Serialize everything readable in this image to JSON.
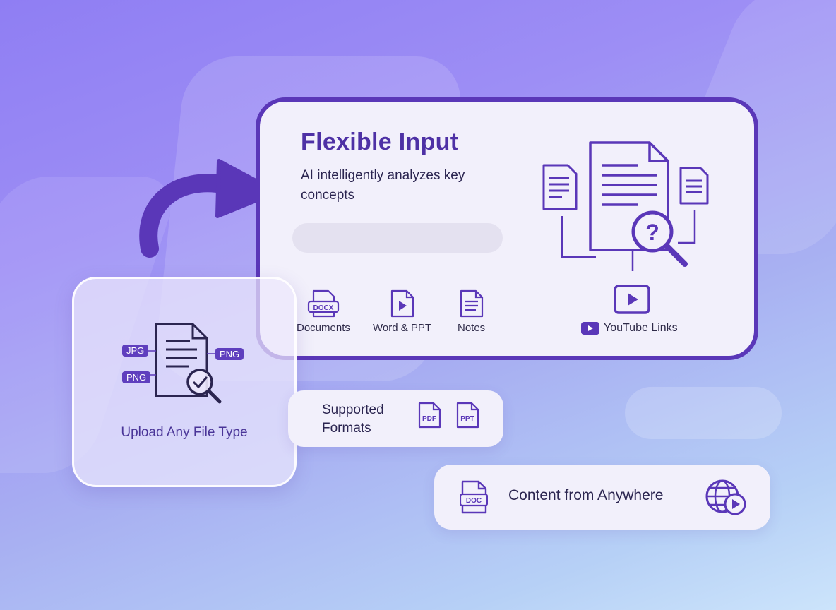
{
  "main_card": {
    "title": "Flexible Input",
    "subtitle": "AI intelligently analyzes key concepts",
    "formats": [
      {
        "label": "Documents",
        "icon": "docx-file-icon",
        "badge": "DOCX"
      },
      {
        "label": "Word & PPT",
        "icon": "play-file-icon"
      },
      {
        "label": "Notes",
        "icon": "notes-file-icon"
      }
    ],
    "youtube_label": "YouTube Links"
  },
  "upload_card": {
    "label": "Upload Any File Type",
    "tags": [
      "JPG",
      "PNG",
      "PNG"
    ]
  },
  "formats_card": {
    "label": "Supported Formats",
    "badges": [
      "PDF",
      "PPT"
    ]
  },
  "anywhere_card": {
    "label": "Content from Anywhere",
    "doc_badge": "DOC"
  },
  "colors": {
    "accent": "#5a37b8",
    "card_bg": "#f2f0fb",
    "text_dark": "#2b2550"
  }
}
